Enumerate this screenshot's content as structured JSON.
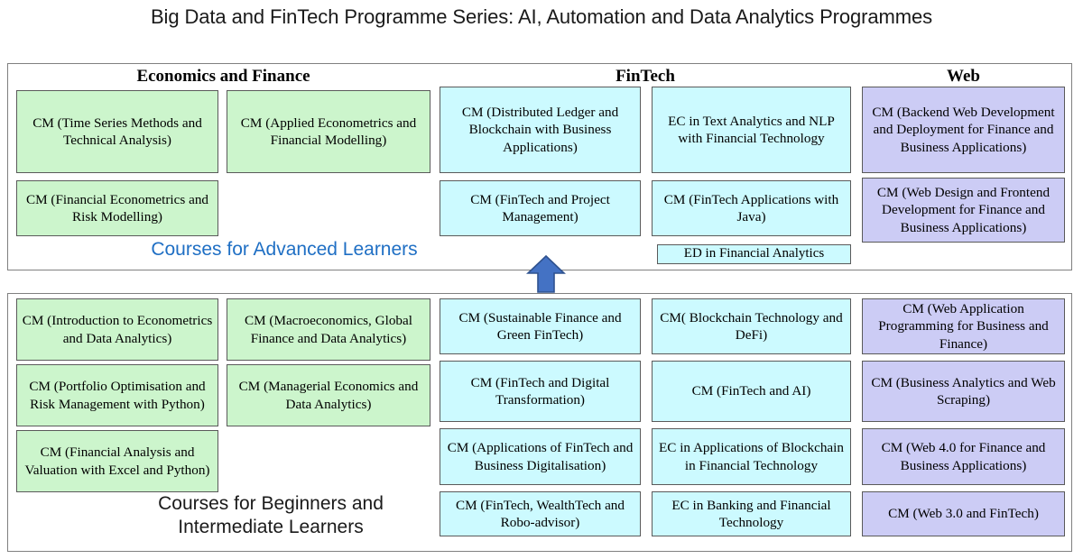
{
  "title": "Big Data and FinTech Programme Series: AI, Automation and Data Analytics Programmes",
  "colors": {
    "economics_finance": "#ccf5cc",
    "fintech": "#ccfaff",
    "web": "#ccccf5",
    "arrow": "#4472c4",
    "advanced_label": "#1f6fc4",
    "frame_border": "#808080",
    "card_border": "#5a5a5a"
  },
  "headers": [
    {
      "label": "Economics and Finance"
    },
    {
      "label": "FinTech"
    },
    {
      "label": "Web"
    }
  ],
  "advanced": {
    "label": "Courses for Advanced Learners",
    "columns": [
      {
        "category": "Economics and Finance",
        "color": "green",
        "cards": [
          {
            "text": "CM (Time Series Methods and Technical Analysis)"
          },
          {
            "text": "CM (Financial Econometrics and Risk Modelling)"
          }
        ]
      },
      {
        "category": "Economics and Finance",
        "color": "green",
        "cards": [
          {
            "text": "CM (Applied Econometrics and Financial Modelling)"
          }
        ]
      },
      {
        "category": "FinTech",
        "color": "cyan",
        "cards": [
          {
            "text": "CM (Distributed Ledger and Blockchain with Business Applications)"
          },
          {
            "text": "CM (FinTech and Project Management)"
          }
        ]
      },
      {
        "category": "FinTech",
        "color": "cyan",
        "cards": [
          {
            "text": "EC in Text Analytics and NLP with Financial Technology"
          },
          {
            "text": "CM (FinTech Applications with Java)"
          },
          {
            "text": "ED in Financial Analytics"
          }
        ]
      },
      {
        "category": "Web",
        "color": "purple",
        "cards": [
          {
            "text": "CM (Backend Web Development and Deployment for Finance and Business Applications)"
          },
          {
            "text": "CM (Web Design and Frontend Development for Finance and Business Applications)"
          }
        ]
      }
    ]
  },
  "beginner": {
    "label": "Courses for Beginners and\nIntermediate Learners",
    "columns": [
      {
        "category": "Economics and Finance",
        "color": "green",
        "cards": [
          {
            "text": "CM (Introduction to Econometrics and Data Analytics)"
          },
          {
            "text": "CM (Portfolio Optimisation and Risk Management with Python)"
          },
          {
            "text": "CM (Financial Analysis and Valuation with Excel and Python)"
          }
        ]
      },
      {
        "category": "Economics and Finance",
        "color": "green",
        "cards": [
          {
            "text": "CM (Macroeconomics, Global Finance and Data Analytics)"
          },
          {
            "text": "CM (Managerial Economics and Data Analytics)"
          }
        ]
      },
      {
        "category": "FinTech",
        "color": "cyan",
        "cards": [
          {
            "text": "CM (Sustainable Finance and Green FinTech)"
          },
          {
            "text": "CM (FinTech and Digital Transformation)"
          },
          {
            "text": "CM (Applications of FinTech and Business Digitalisation)"
          },
          {
            "text": "CM (FinTech, WealthTech and Robo-advisor)"
          }
        ]
      },
      {
        "category": "FinTech",
        "color": "cyan",
        "cards": [
          {
            "text": "CM( Blockchain Technology and DeFi)"
          },
          {
            "text": "CM (FinTech and AI)"
          },
          {
            "text": "EC in Applications of Blockchain in Financial Technology"
          },
          {
            "text": "EC in Banking and Financial Technology"
          }
        ]
      },
      {
        "category": "Web",
        "color": "purple",
        "cards": [
          {
            "text": "CM (Web Application Programming for Business and Finance)"
          },
          {
            "text": "CM (Business Analytics and Web Scraping)"
          },
          {
            "text": "CM (Web 4.0 for Finance and Business Applications)"
          },
          {
            "text": "CM (Web 3.0 and FinTech)"
          }
        ]
      }
    ]
  },
  "arrow": {
    "icon": "arrow-up-icon",
    "direction": "up"
  }
}
